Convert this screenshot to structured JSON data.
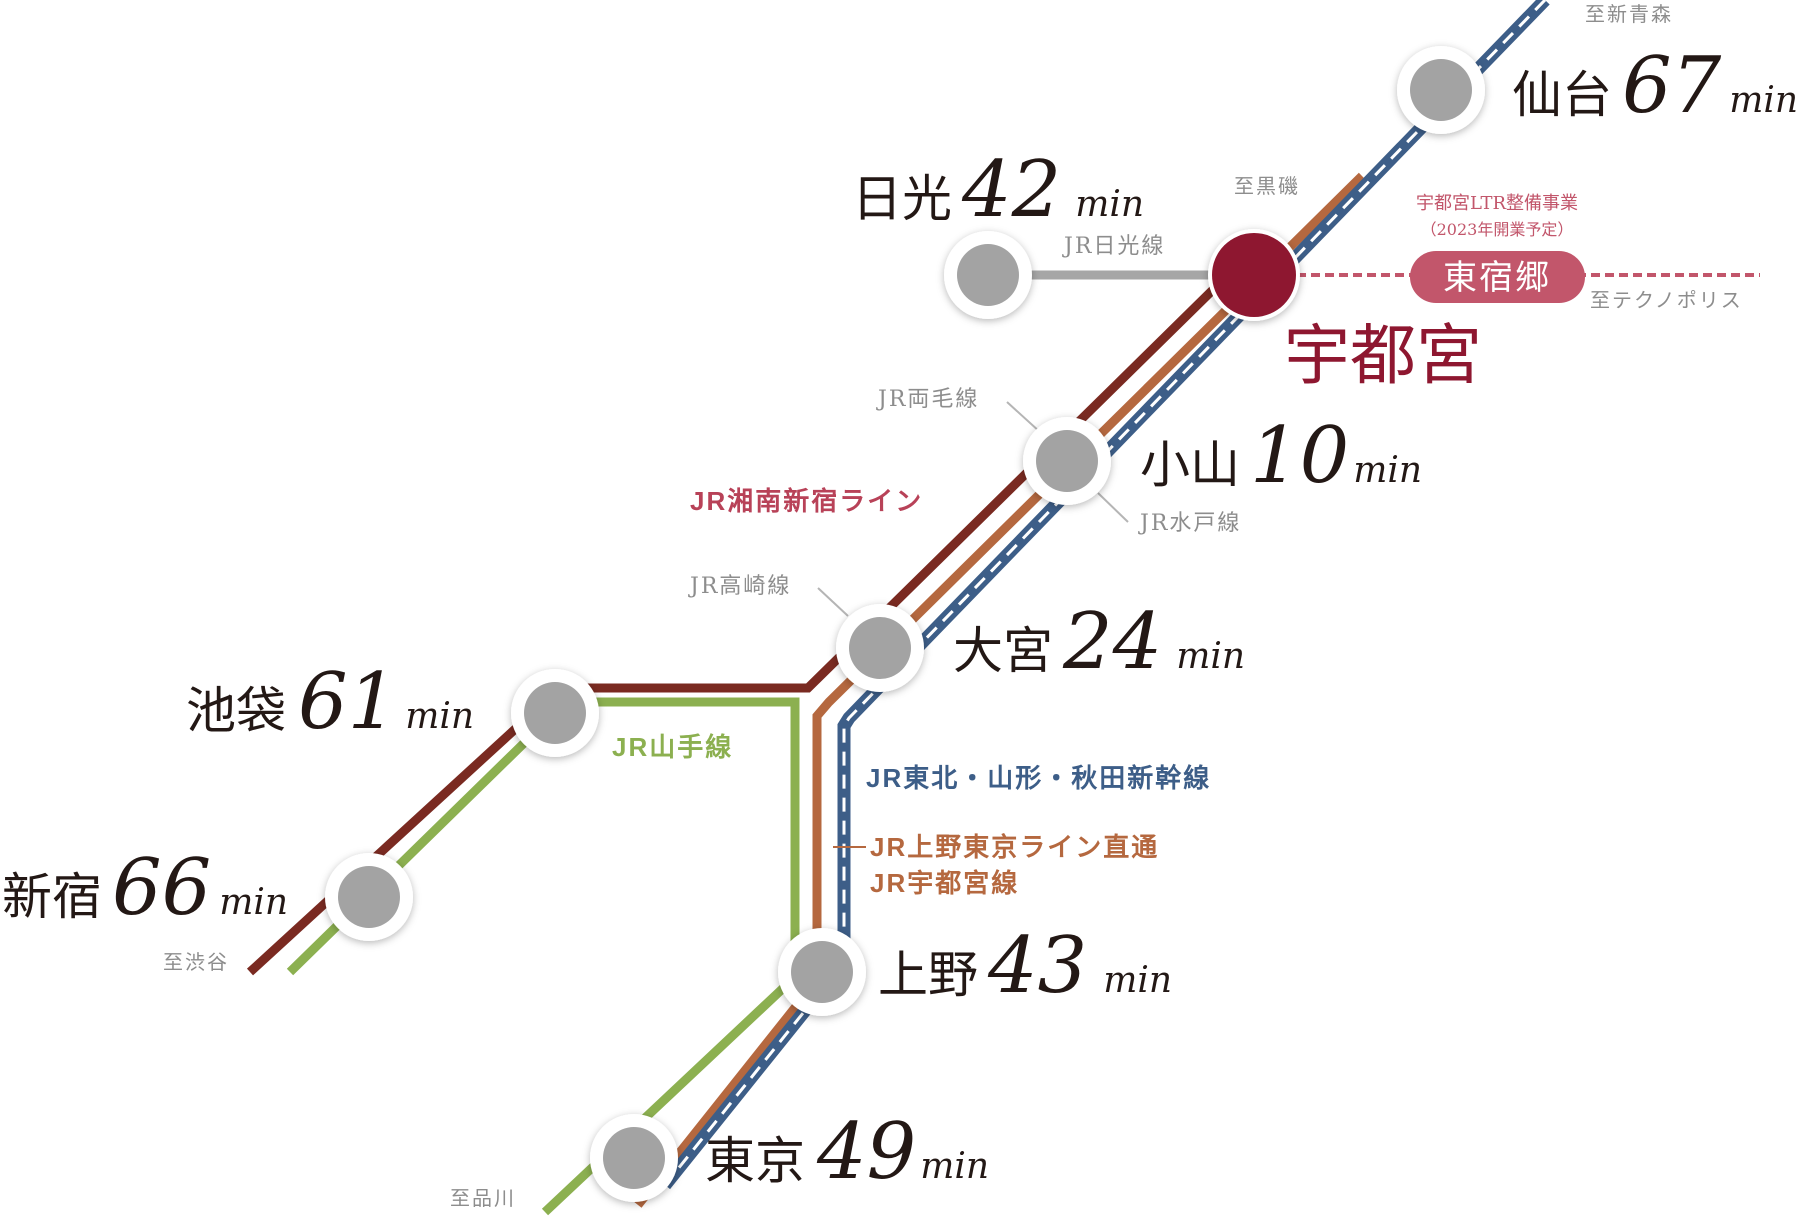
{
  "colors": {
    "shonan_shinjuku": "#7a2a21",
    "utsunomiya_line": "#b5683f",
    "shinkansen": "#3d5e88",
    "yamanote": "#8cb050",
    "nikko": "#a6a6a6",
    "ltr": "#c2566b",
    "station_fill": "#a3a3a3",
    "utsunomiya_station": "#8e1730",
    "utsunomiya_label": "#8e1730",
    "shonan_label": "#b84258"
  },
  "stations": {
    "sendai": {
      "name": "仙台",
      "time": "67",
      "unit": "min"
    },
    "nikko": {
      "name": "日光",
      "time": "42",
      "unit": "min"
    },
    "utsunomiya": {
      "name": "宇都宮"
    },
    "oyama": {
      "name": "小山",
      "time": "10",
      "unit": "min"
    },
    "omiya": {
      "name": "大宮",
      "time": "24",
      "unit": "min"
    },
    "ikebukuro": {
      "name": "池袋",
      "time": "61",
      "unit": "min"
    },
    "shinjuku": {
      "name": "新宿",
      "time": "66",
      "unit": "min"
    },
    "ueno": {
      "name": "上野",
      "time": "43",
      "unit": "min"
    },
    "tokyo": {
      "name": "東京",
      "time": "49",
      "unit": "min"
    },
    "higashishukugo": {
      "name": "東宿郷"
    }
  },
  "directions": {
    "shin_aomori": "至新青森",
    "kuroiso": "至黒磯",
    "technopolis": "至テクノポリス",
    "shibuya": "至渋谷",
    "shinagawa": "至品川"
  },
  "lines": {
    "nikko": "JR日光線",
    "ryomo": "JR両毛線",
    "mito": "JR水戸線",
    "takasaki": "JR高崎線",
    "shonan_shinjuku": "JR湘南新宿ライン",
    "yamanote": "JR山手線",
    "shinkansen": "JR東北・山形・秋田新幹線",
    "ueno_tokyo": "JR上野東京ライン直通",
    "utsunomiya": "JR宇都宮線"
  },
  "ltr": {
    "project": "宇都宮LTR整備事業",
    "note": "（2023年開業予定）"
  }
}
